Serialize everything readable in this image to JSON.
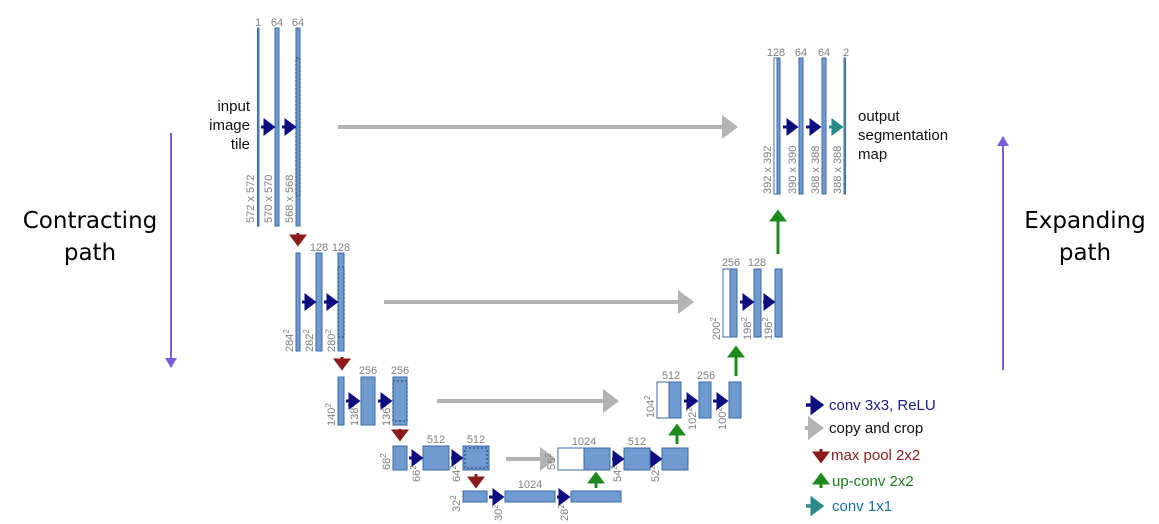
{
  "labels": {
    "input": [
      "input",
      "image",
      "tile"
    ],
    "output": [
      "output",
      "segmentation",
      "map"
    ],
    "contracting": [
      "Contracting",
      "path"
    ],
    "expanding": [
      "Expanding",
      "path"
    ]
  },
  "channels": {
    "l1": [
      "1",
      "64",
      "64"
    ],
    "l2": [
      "128",
      "128"
    ],
    "l3": [
      "256",
      "256"
    ],
    "l4": [
      "512",
      "512"
    ],
    "bottom_top": "1024",
    "bottom_bar": "1024",
    "d4": "512",
    "d3": [
      "512",
      "256"
    ],
    "d2": [
      "256",
      "128"
    ],
    "d1": [
      "128",
      "64",
      "64",
      "2"
    ]
  },
  "dims": {
    "l1": [
      "572 x 572",
      "570 x 570",
      "568 x 568"
    ],
    "l2": [
      "284",
      "282",
      "280"
    ],
    "l3": [
      "140",
      "138",
      "136"
    ],
    "l4": [
      "68",
      "66",
      "64"
    ],
    "bottom": [
      "32",
      "30",
      "28"
    ],
    "bottom_up": "56",
    "d4": [
      "54",
      "52"
    ],
    "d3": [
      "104",
      "102",
      "100"
    ],
    "d2": [
      "200",
      "198",
      "196"
    ],
    "d1": [
      "392 x 392",
      "390 x 390",
      "388 x 388",
      "388 x 388"
    ],
    "sup": "2"
  },
  "legend": [
    {
      "label": "conv 3x3, ReLU",
      "color": "#1a1a80",
      "icon": "conv-arrow-icon"
    },
    {
      "label": "copy and crop",
      "color": "#111111",
      "icon": "copy-crop-arrow-icon"
    },
    {
      "label": "max pool 2x2",
      "color": "#8b1a1a",
      "icon": "max-pool-arrow-icon"
    },
    {
      "label": "up-conv 2x2",
      "color": "#1e7d1e",
      "icon": "up-conv-arrow-icon"
    },
    {
      "label": "conv 1x1",
      "color": "#1a6fa0",
      "icon": "conv1x1-arrow-icon"
    }
  ],
  "colors": {
    "conv": "#0d0d80",
    "copy": "#b3b3b3",
    "pool": "#8b1a1a",
    "upconv": "#1e8a1e",
    "conv1x1": "#2a8a8a",
    "path_arrow": "#7b5bd6"
  }
}
